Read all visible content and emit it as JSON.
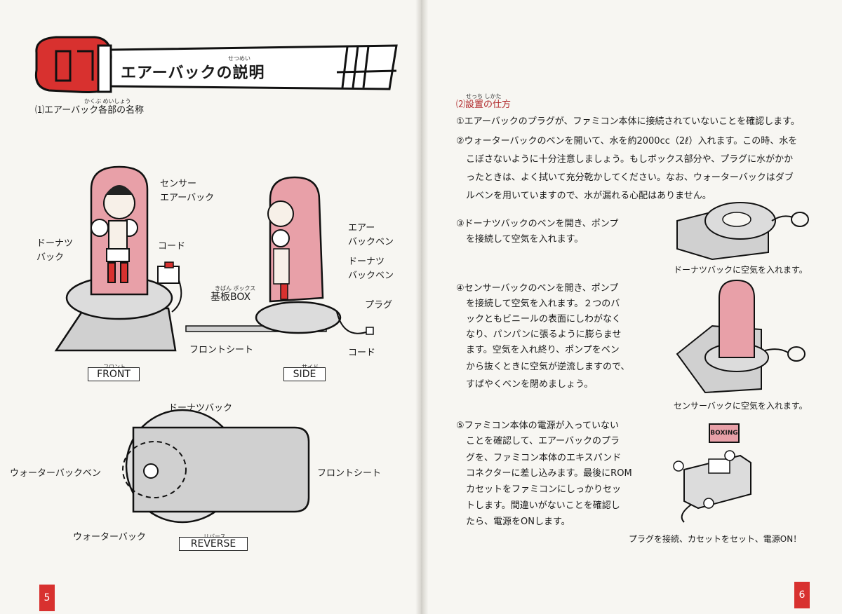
{
  "left_page": {
    "title": "エアーバックの説明",
    "title_ruby": "せつめい",
    "section1_heading": "⑴エアーバック各部の名称",
    "section1_ruby": "かくぶ めいしょう",
    "labels": {
      "sensor_bag": "センサー\nエアーバック",
      "donut_bag": "ドーナツ\nバック",
      "cord": "コード",
      "air_bag_valve": "エアー\nバックベン",
      "donut_bag_valve": "ドーナツ\nバックベン",
      "base_box": "基板BOX",
      "base_box_ruby": "きばん ボックス",
      "plug": "プラグ",
      "front_sheet": "フロントシート",
      "cord2": "コード",
      "donut_bag_top": "ドーナツバック",
      "water_bag_valve": "ウォーターバックベン",
      "front_sheet2": "フロントシート",
      "water_bag": "ウォーターバック"
    },
    "view_labels": {
      "front": "FRONT",
      "front_ruby": "フロント",
      "side": "SIDE",
      "side_ruby": "サイド",
      "reverse": "REVERSE",
      "reverse_ruby": "リバース"
    },
    "page_number": "5"
  },
  "right_page": {
    "section2_heading": "⑵設置の仕方",
    "section2_ruby": "せっち しかた",
    "steps": [
      "①エアーバックのプラグが、ファミコン本体に接続されていないことを確認します。",
      "②ウォーターバックのベンを開いて、水を約2000cc（2ℓ）入れます。この時、水を",
      "こぼさないように十分注意しましょう。もしボックス部分や、プラグに水がかか",
      "ったときは、よく拭いて充分乾かしてください。なお、ウォーターバックはダブ",
      "ルベンを用いていますので、水が漏れる心配はありません。"
    ],
    "step3": [
      "③ドーナツバックのベンを開き、ポンプ",
      "を接続して空気を入れます。"
    ],
    "step4": [
      "④センサーバックのベンを開き、ポンプ",
      "を接続して空気を入れます。２つのバ",
      "ックともビニールの表面にしわがなく",
      "なり、パンパンに張るように膨らませ",
      "ます。空気を入れ終り、ポンプをベン",
      "から抜くときに空気が逆流しますので、",
      "すばやくベンを閉めましょう。"
    ],
    "step5": [
      "⑤ファミコン本体の電源が入っていない",
      "ことを確認して、エアーバックのプラ",
      "グを、ファミコン本体のエキスパンド",
      "コネクターに差し込みます。最後にROM",
      "カセットをファミコンにしっかりセッ",
      "トします。間違いがないことを確認し",
      "たら、電源をONします。"
    ],
    "captions": {
      "donut": "ドーナツバックに空気を入れます。",
      "sensor": "センサーバックに空気を入れます。",
      "plug": "プラグを接続、カセットをセット、電源ON！"
    },
    "cartridge_label": "BOXING",
    "page_number": "6"
  },
  "colors": {
    "accent_red": "#d8312f",
    "bag_pink": "#e8a0a8",
    "heading_red": "#b0282a"
  }
}
